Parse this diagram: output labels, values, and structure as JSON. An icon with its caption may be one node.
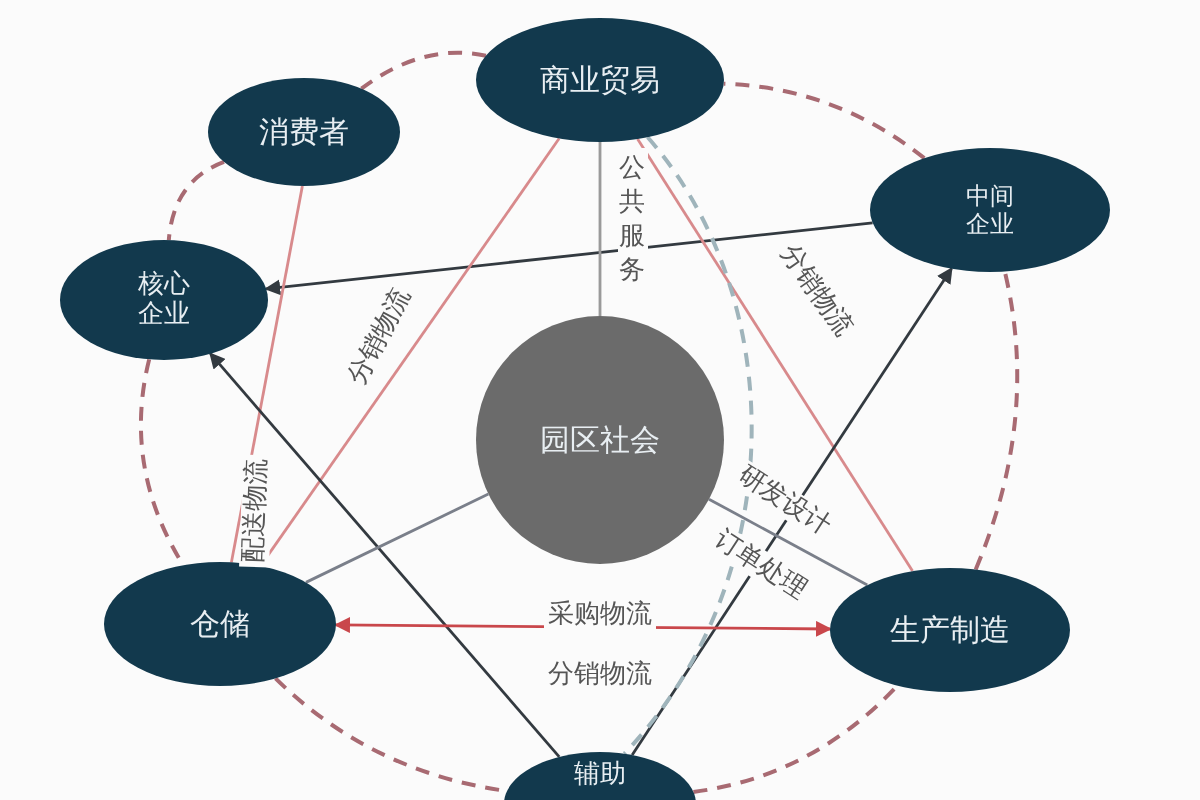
{
  "diagram": {
    "nodes": [
      {
        "text": [
          "商业贸易"
        ]
      },
      {
        "text": [
          "消费者"
        ]
      },
      {
        "text": [
          "中间企业"
        ]
      },
      {
        "text": [
          "核心企业"
        ]
      },
      {
        "text": [
          "园区社会"
        ]
      },
      {
        "text": [
          "仓储"
        ]
      },
      {
        "text": [
          "生产制造"
        ]
      },
      {
        "text": [
          "辅助"
        ]
      }
    ],
    "edges": [
      {
        "from": 0,
        "to": 1,
        "arrow": "none",
        "style": "dashed",
        "color": "#a86a72"
      },
      {
        "from": 1,
        "to": 3,
        "arrow": "none",
        "style": "dashed",
        "color": "#a86a72"
      },
      {
        "from": 3,
        "to": 5,
        "arrow": "none",
        "style": "dashed",
        "color": "#a86a72"
      },
      {
        "from": 5,
        "to": 7,
        "arrow": "none",
        "style": "dashed",
        "color": "#a86a72"
      },
      {
        "from": 7,
        "to": 6,
        "arrow": "none",
        "style": "dashed",
        "color": "#a86a72"
      },
      {
        "from": 6,
        "to": 2,
        "arrow": "none",
        "style": "dashed",
        "color": "#a86a72"
      },
      {
        "from": 2,
        "to": 0,
        "arrow": "none",
        "style": "dashed",
        "color": "#a86a72"
      },
      {
        "from": 2,
        "to": 3,
        "arrow": "to",
        "color": "#333a40"
      },
      {
        "from": 0,
        "to": 4,
        "arrow": "none",
        "label": "公共服务",
        "color": "#9a9a9a"
      },
      {
        "from": 0,
        "to": 5,
        "arrow": "none",
        "label": "分销物流",
        "color": "#d88a8c"
      },
      {
        "from": 0,
        "to": 6,
        "arrow": "none",
        "label": "分销物流",
        "color": "#d88a8c"
      },
      {
        "from": 1,
        "to": 5,
        "arrow": "none",
        "label": "配送物流",
        "color": "#d88a8c"
      },
      {
        "from": 7,
        "to": 3,
        "arrow": "to",
        "color": "#333a40"
      },
      {
        "from": 7,
        "to": 2,
        "arrow": "to",
        "color": "#333a40"
      },
      {
        "from": 5,
        "to": 4,
        "arrow": "none",
        "color": "#7a7f8a"
      },
      {
        "from": 4,
        "to": 6,
        "arrow": "none",
        "label": "研发设计",
        "color": "#7a7f8a"
      },
      {
        "from": 5,
        "to": 6,
        "arrow": "both",
        "label": "采购物流",
        "color": "#c9474b"
      },
      {
        "from": 0,
        "to": 7,
        "arrow": "none",
        "style": "dashed",
        "color": "#9fb4bb"
      }
    ],
    "labels": [
      "订单处理",
      "分销物流"
    ]
  }
}
